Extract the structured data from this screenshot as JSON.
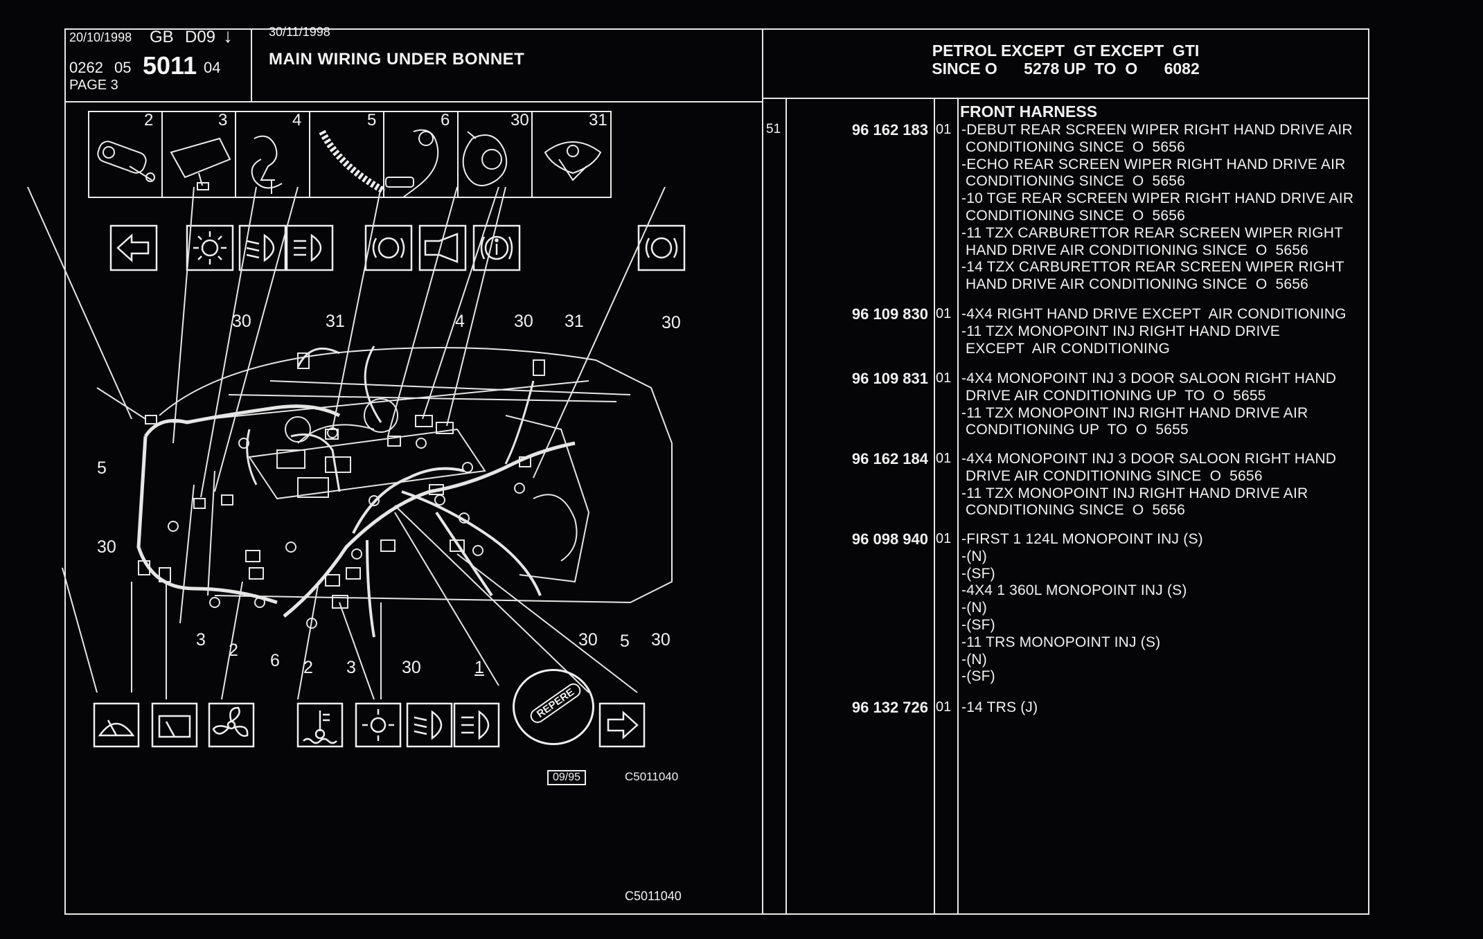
{
  "header": {
    "date_left": "20/10/1998",
    "lang_code": "GB",
    "section": "D09",
    "arrow_glyph": "↓",
    "ref_prefix": "0262",
    "ref_mid": "05",
    "ref_main": "5011",
    "ref_suffix": "04",
    "page_label": "PAGE 3",
    "date_right": "30/11/1998",
    "title": "MAIN WIRING UNDER BONNET",
    "config_line1": "PETROL EXCEPT  GT EXCEPT  GTI",
    "config_line2": "SINCE O      5278 UP  TO  O      6082"
  },
  "diagram": {
    "clip_numbers": [
      "2",
      "3",
      "4",
      "5",
      "6",
      "30",
      "31"
    ],
    "callouts": [
      "30",
      "31",
      "4",
      "30",
      "31",
      "30",
      "5",
      "30",
      "3",
      "2",
      "6",
      "2",
      "3",
      "30",
      "1",
      "30",
      "5",
      "30"
    ],
    "repere_label": "REPERE",
    "stamp_date": "09/95",
    "figure_ref": "C5011040",
    "figure_ref_bottom": "C5011040",
    "icons_top": [
      "left-arrow-icon",
      "light-icon",
      "headlamp-dipped-icon",
      "headlamp-main-icon",
      "brake-icon",
      "horn-icon",
      "info-icon",
      "brake-icon"
    ],
    "icons_bottom": [
      "windscreen-wiper-icon",
      "rear-wiper-icon",
      "fan-icon",
      "coolant-temp-icon",
      "light-icon",
      "headlamp-dipped-icon",
      "headlamp-main-icon",
      "right-arrow-icon"
    ]
  },
  "parts": {
    "item_number": "51",
    "section_title": "FRONT HARNESS",
    "rows": [
      {
        "part": "96 162 183",
        "qty": "01",
        "lines": [
          "-DEBUT REAR SCREEN WIPER RIGHT HAND DRIVE AIR",
          " CONDITIONING SINCE  O  5656",
          "-ECHO REAR SCREEN WIPER RIGHT HAND DRIVE AIR",
          " CONDITIONING SINCE  O  5656",
          "-10 TGE REAR SCREEN WIPER RIGHT HAND DRIVE AIR",
          " CONDITIONING SINCE  O  5656",
          "-11 TZX CARBURETTOR REAR SCREEN WIPER RIGHT",
          " HAND DRIVE AIR CONDITIONING SINCE  O  5656",
          "-14 TZX CARBURETTOR REAR SCREEN WIPER RIGHT",
          " HAND DRIVE AIR CONDITIONING SINCE  O  5656"
        ]
      },
      {
        "part": "96 109 830",
        "qty": "01",
        "lines": [
          "-4X4 RIGHT HAND DRIVE EXCEPT  AIR CONDITIONING",
          "-11 TZX MONOPOINT INJ RIGHT HAND DRIVE",
          " EXCEPT  AIR CONDITIONING"
        ]
      },
      {
        "part": "96 109 831",
        "qty": "01",
        "lines": [
          "-4X4 MONOPOINT INJ 3 DOOR SALOON RIGHT HAND",
          " DRIVE AIR CONDITIONING UP  TO  O  5655",
          "-11 TZX MONOPOINT INJ RIGHT HAND DRIVE AIR",
          " CONDITIONING UP  TO  O  5655"
        ]
      },
      {
        "part": "96 162 184",
        "qty": "01",
        "lines": [
          "-4X4 MONOPOINT INJ 3 DOOR SALOON RIGHT HAND",
          " DRIVE AIR CONDITIONING SINCE  O  5656",
          "-11 TZX MONOPOINT INJ RIGHT HAND DRIVE AIR",
          " CONDITIONING SINCE  O  5656"
        ]
      },
      {
        "part": "96 098 940",
        "qty": "01",
        "lines": [
          "-FIRST 1 124L MONOPOINT INJ (S)",
          "-(N)",
          "-(SF)",
          "-4X4 1 360L MONOPOINT INJ (S)",
          "-(N)",
          "-(SF)",
          "-11 TRS MONOPOINT INJ (S)",
          "-(N)",
          "-(SF)"
        ]
      },
      {
        "part": "96 132 726",
        "qty": "01",
        "lines": [
          "-14 TRS (J)"
        ]
      }
    ]
  }
}
